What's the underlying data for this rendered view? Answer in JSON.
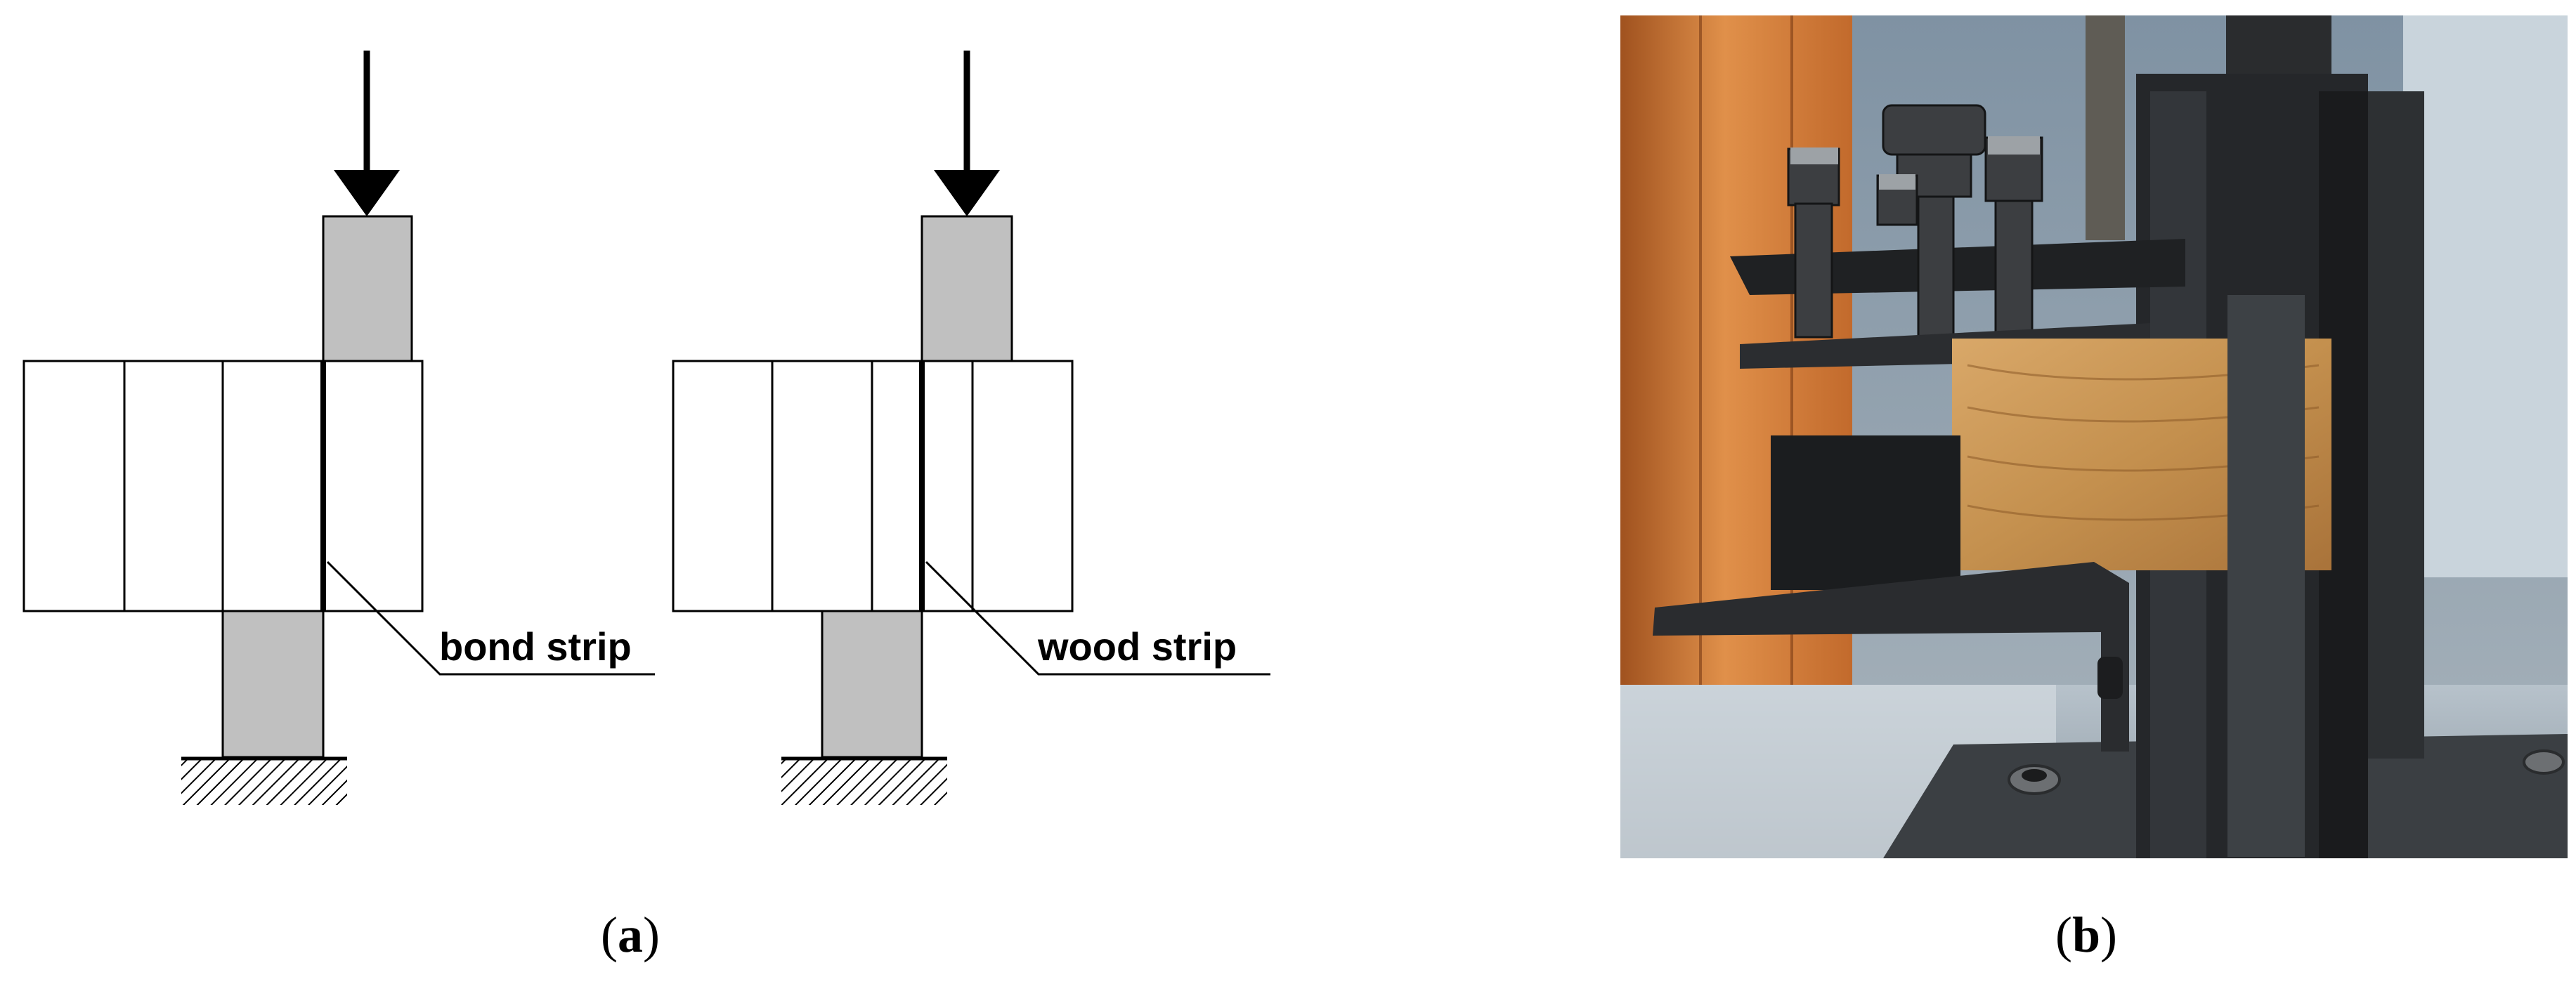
{
  "diagram_a": {
    "label": "bond strip",
    "caption_open": "(",
    "caption_letter": "a",
    "caption_close": ")"
  },
  "diagram_b": {
    "label": "wood strip"
  },
  "photo": {
    "caption_open": "(",
    "caption_letter": "b",
    "caption_close": ")"
  },
  "colors": {
    "stroke": "#000000",
    "block_fill": "#ffffff",
    "platen_fill": "#c0c0c0",
    "arrow": "#000000"
  }
}
